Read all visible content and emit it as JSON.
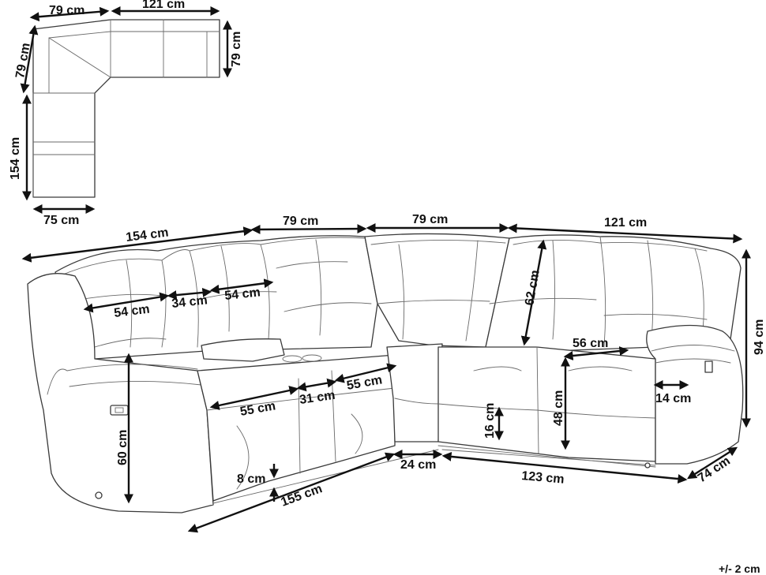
{
  "plan_labels": {
    "top_left_width": "79 cm",
    "top_width": "121 cm",
    "left_depth": "79 cm",
    "right_depth": "79 cm",
    "side_length": "154 cm",
    "bottom_width": "75 cm"
  },
  "main_labels": {
    "total_left": "154 cm",
    "corner_left": "79 cm",
    "corner_right": "79 cm",
    "total_right": "121 cm",
    "seat_width_1": "54 cm",
    "console_width": "34 cm",
    "seat_width_2": "54 cm",
    "back_height": "62 cm",
    "total_height": "94 cm",
    "seat_width_3": "56 cm",
    "arm_width": "14 cm",
    "seat_depth_1": "55 cm",
    "console_depth": "31 cm",
    "seat_depth_2": "55 cm",
    "arm_height": "60 cm",
    "seat_height": "48 cm",
    "leg_height_1": "16 cm",
    "leg_height_2": "8 cm",
    "bottom_left": "155 cm",
    "corner_bottom": "24 cm",
    "bottom_right": "123 cm",
    "depth": "74 cm"
  },
  "tolerance": "+/- 2 cm"
}
